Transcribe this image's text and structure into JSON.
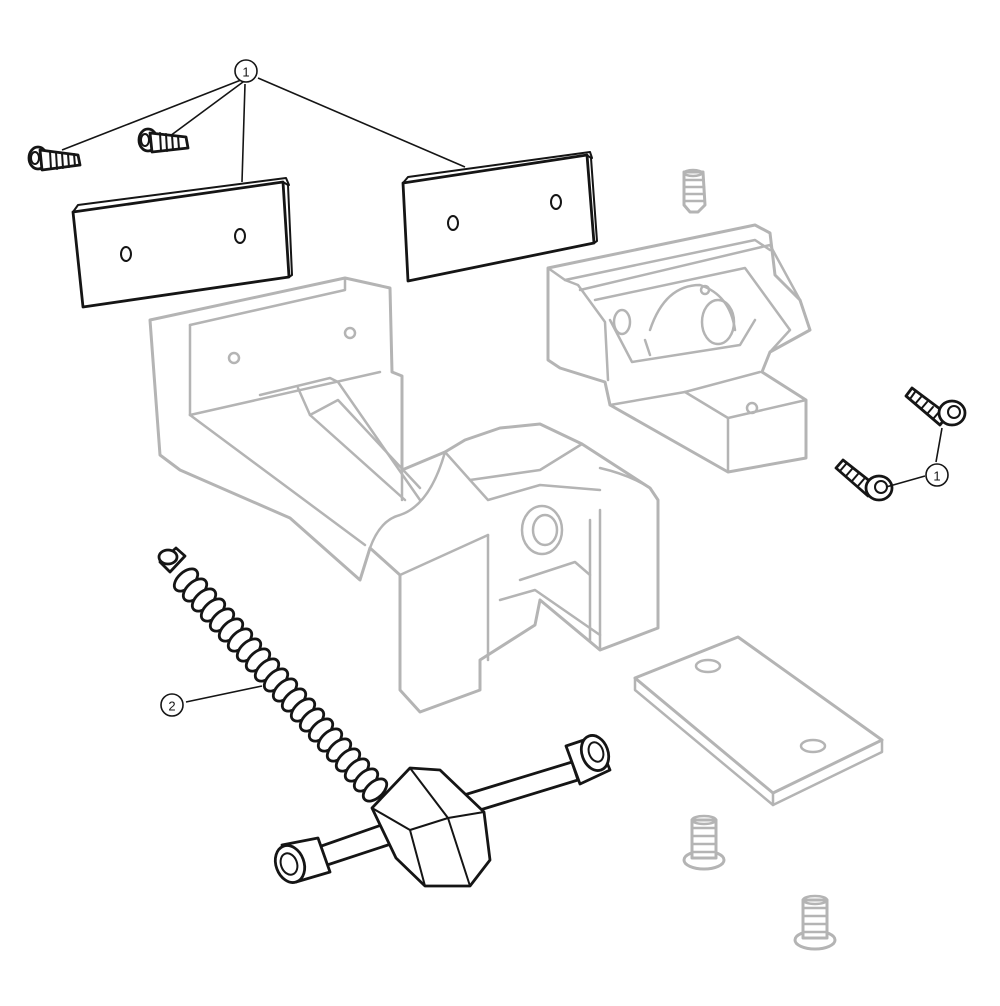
{
  "callouts": {
    "jaw_plates": "1",
    "jaw_screws": "1",
    "lead_screw": "2"
  },
  "colors": {
    "highlighted_part": "#151515",
    "ghosted_part": "#b4b4b4",
    "background": "#ffffff"
  }
}
